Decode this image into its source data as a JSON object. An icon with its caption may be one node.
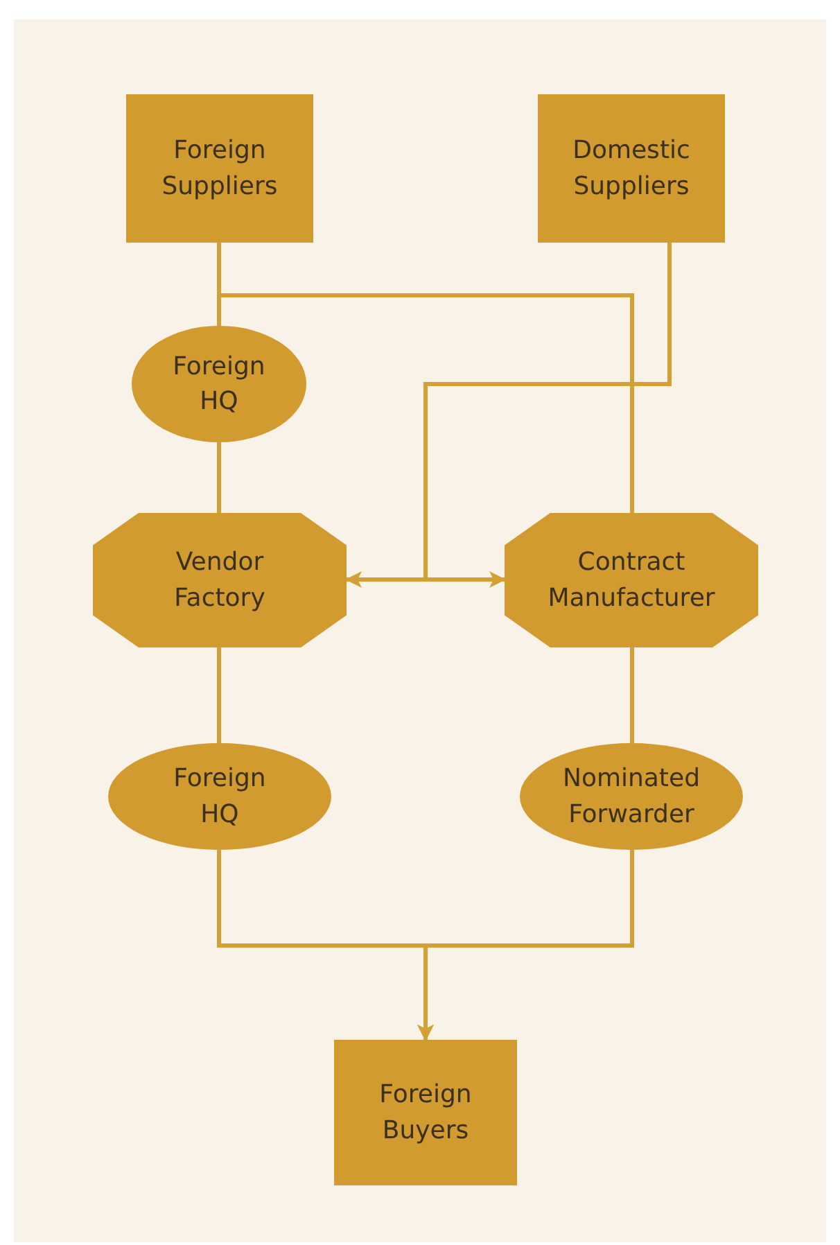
{
  "diagram": {
    "nodes": [
      {
        "text": [
          "Foreign Suppliers"
        ]
      },
      {
        "text": [
          "Domestic Suppliers"
        ]
      },
      {
        "text": [
          "Foreign HQ"
        ]
      },
      {
        "text": [
          "Vendor Factory"
        ]
      },
      {
        "text": [
          "Contract Manufacturer"
        ]
      },
      {
        "text": [
          "Foreign HQ"
        ]
      },
      {
        "text": [
          "Nominated Forwarder"
        ]
      },
      {
        "text": [
          "Foreign Buyers"
        ]
      }
    ],
    "edges": [
      {
        "from": 0,
        "to": 2,
        "arrow": "none"
      },
      {
        "from": 0,
        "to": 4,
        "arrow": "none"
      },
      {
        "from": 1,
        "to": 3,
        "arrow": "to"
      },
      {
        "from": 1,
        "to": 4,
        "arrow": "to"
      },
      {
        "from": 2,
        "to": 3,
        "arrow": "none"
      },
      {
        "from": 3,
        "to": 5,
        "arrow": "none"
      },
      {
        "from": 4,
        "to": 6,
        "arrow": "none"
      },
      {
        "from": 5,
        "to": 7,
        "arrow": "to"
      },
      {
        "from": 6,
        "to": 7,
        "arrow": "to"
      }
    ]
  }
}
